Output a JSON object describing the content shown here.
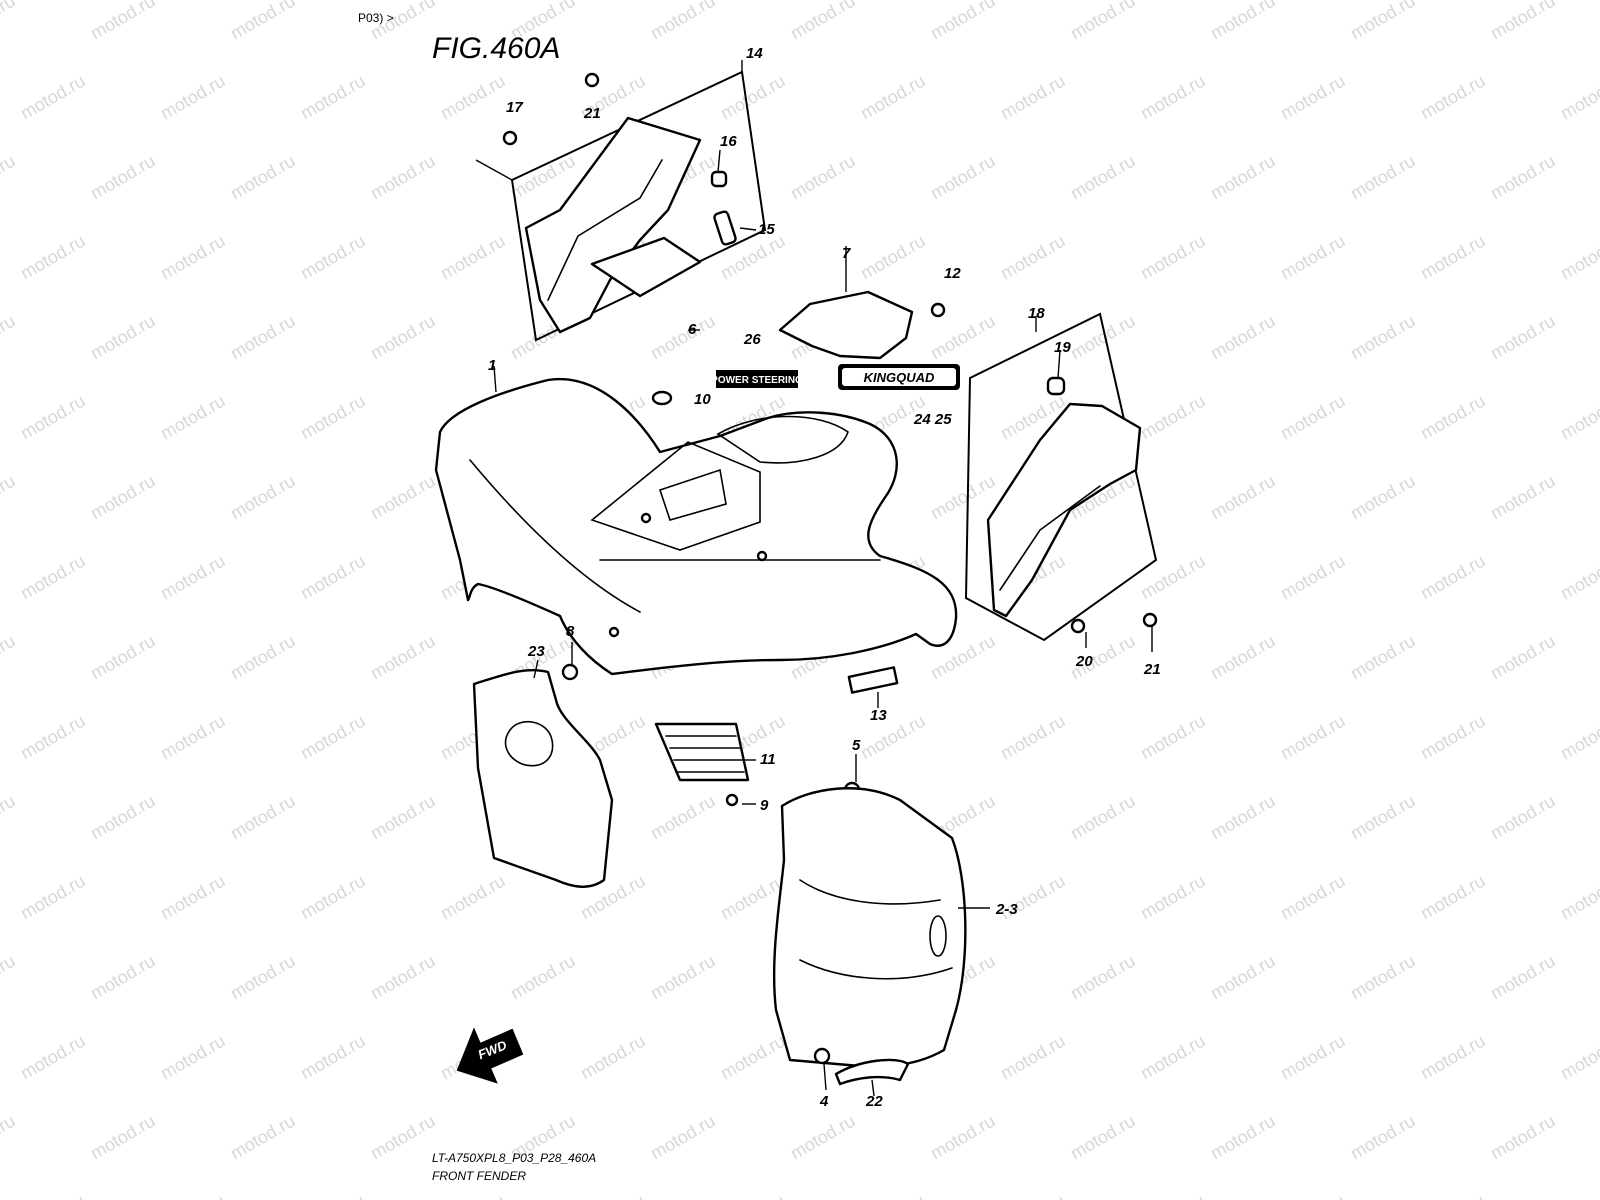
{
  "header": {
    "breadcrumb": "P03) >",
    "figure_title": "FIG.460A"
  },
  "watermark": {
    "text": "motod.ru",
    "color": "#d7d7d7"
  },
  "decals": {
    "power_steering": "POWER STEERING",
    "kingquad": "KINGQUAD"
  },
  "fwd_arrow_label": "FWD",
  "footer": {
    "model_code": "LT-A750XPL8_P03_P28_460A",
    "section_name": "FRONT FENDER"
  },
  "callouts": [
    {
      "id": "c1",
      "label": "1"
    },
    {
      "id": "c23",
      "label": "2-3"
    },
    {
      "id": "c4",
      "label": "4"
    },
    {
      "id": "c5",
      "label": "5"
    },
    {
      "id": "c6",
      "label": "6"
    },
    {
      "id": "c7",
      "label": "7"
    },
    {
      "id": "c8",
      "label": "8"
    },
    {
      "id": "c9",
      "label": "9"
    },
    {
      "id": "c10",
      "label": "10"
    },
    {
      "id": "c11",
      "label": "11"
    },
    {
      "id": "c12",
      "label": "12"
    },
    {
      "id": "c13",
      "label": "13"
    },
    {
      "id": "c14",
      "label": "14"
    },
    {
      "id": "c15",
      "label": "15"
    },
    {
      "id": "c16",
      "label": "16"
    },
    {
      "id": "c17",
      "label": "17"
    },
    {
      "id": "c18",
      "label": "18"
    },
    {
      "id": "c19",
      "label": "19"
    },
    {
      "id": "c20",
      "label": "20"
    },
    {
      "id": "c21a",
      "label": "21"
    },
    {
      "id": "c21b",
      "label": "21"
    },
    {
      "id": "c22",
      "label": "22"
    },
    {
      "id": "c2325",
      "label": "23"
    },
    {
      "id": "c24",
      "label": "24 25"
    },
    {
      "id": "c26",
      "label": "26"
    }
  ]
}
